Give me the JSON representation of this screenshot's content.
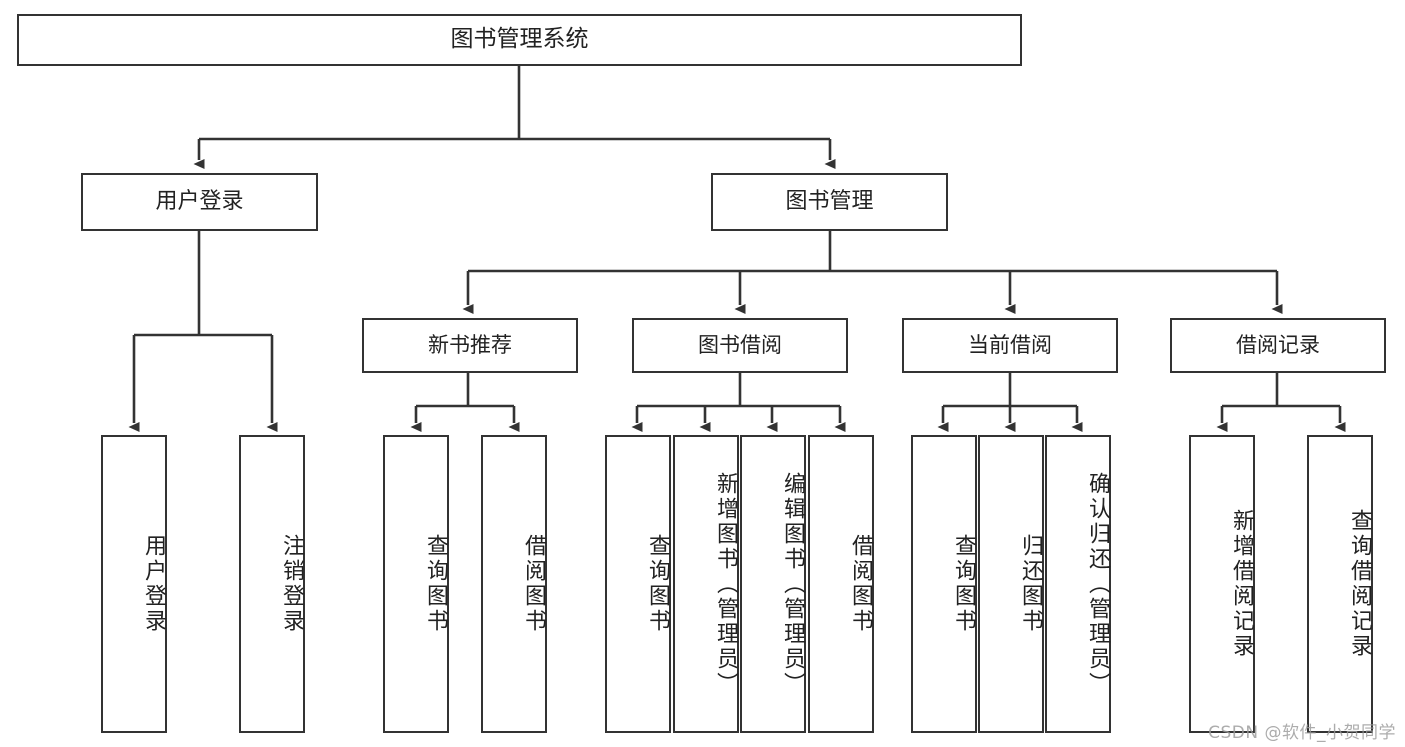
{
  "diagram": {
    "title": "图书管理系统",
    "type": "function-structure-tree",
    "watermark": "CSDN @软件_小贺同学",
    "colors": {
      "box_border": "#333333",
      "box_fill": "#ffffff",
      "edge": "#333333",
      "text": "#222222",
      "watermark": "#9a9a9a"
    },
    "nodes": {
      "root": {
        "label": "图书管理系统"
      },
      "level2": [
        {
          "id": "user-login",
          "label": "用户登录"
        },
        {
          "id": "book-manage",
          "label": "图书管理"
        }
      ],
      "level3": [
        {
          "id": "new-book-rec",
          "label": "新书推荐"
        },
        {
          "id": "book-borrow",
          "label": "图书借阅"
        },
        {
          "id": "current-borrow",
          "label": "当前借阅"
        },
        {
          "id": "borrow-record",
          "label": "借阅记录"
        }
      ],
      "leaves": {
        "user-login": [
          {
            "id": "leaf-user-login",
            "label": "用户登录"
          },
          {
            "id": "leaf-user-logout",
            "label": "注销登录"
          }
        ],
        "new-book-rec": [
          {
            "id": "leaf-query-book-1",
            "label": "查询图书"
          },
          {
            "id": "leaf-borrow-book-1",
            "label": "借阅图书"
          }
        ],
        "book-borrow": [
          {
            "id": "leaf-query-book-2",
            "label": "查询图书"
          },
          {
            "id": "leaf-add-book",
            "label": "新增图书（管理员）"
          },
          {
            "id": "leaf-edit-book",
            "label": "编辑图书（管理员）"
          },
          {
            "id": "leaf-borrow-book-2",
            "label": "借阅图书"
          }
        ],
        "current-borrow": [
          {
            "id": "leaf-query-book-3",
            "label": "查询图书"
          },
          {
            "id": "leaf-return-book",
            "label": "归还图书"
          },
          {
            "id": "leaf-confirm-return",
            "label": "确认归还（管理员）"
          }
        ],
        "borrow-record": [
          {
            "id": "leaf-add-record",
            "label": "新增借阅记录"
          },
          {
            "id": "leaf-query-record",
            "label": "查询借阅记录"
          }
        ]
      }
    }
  }
}
